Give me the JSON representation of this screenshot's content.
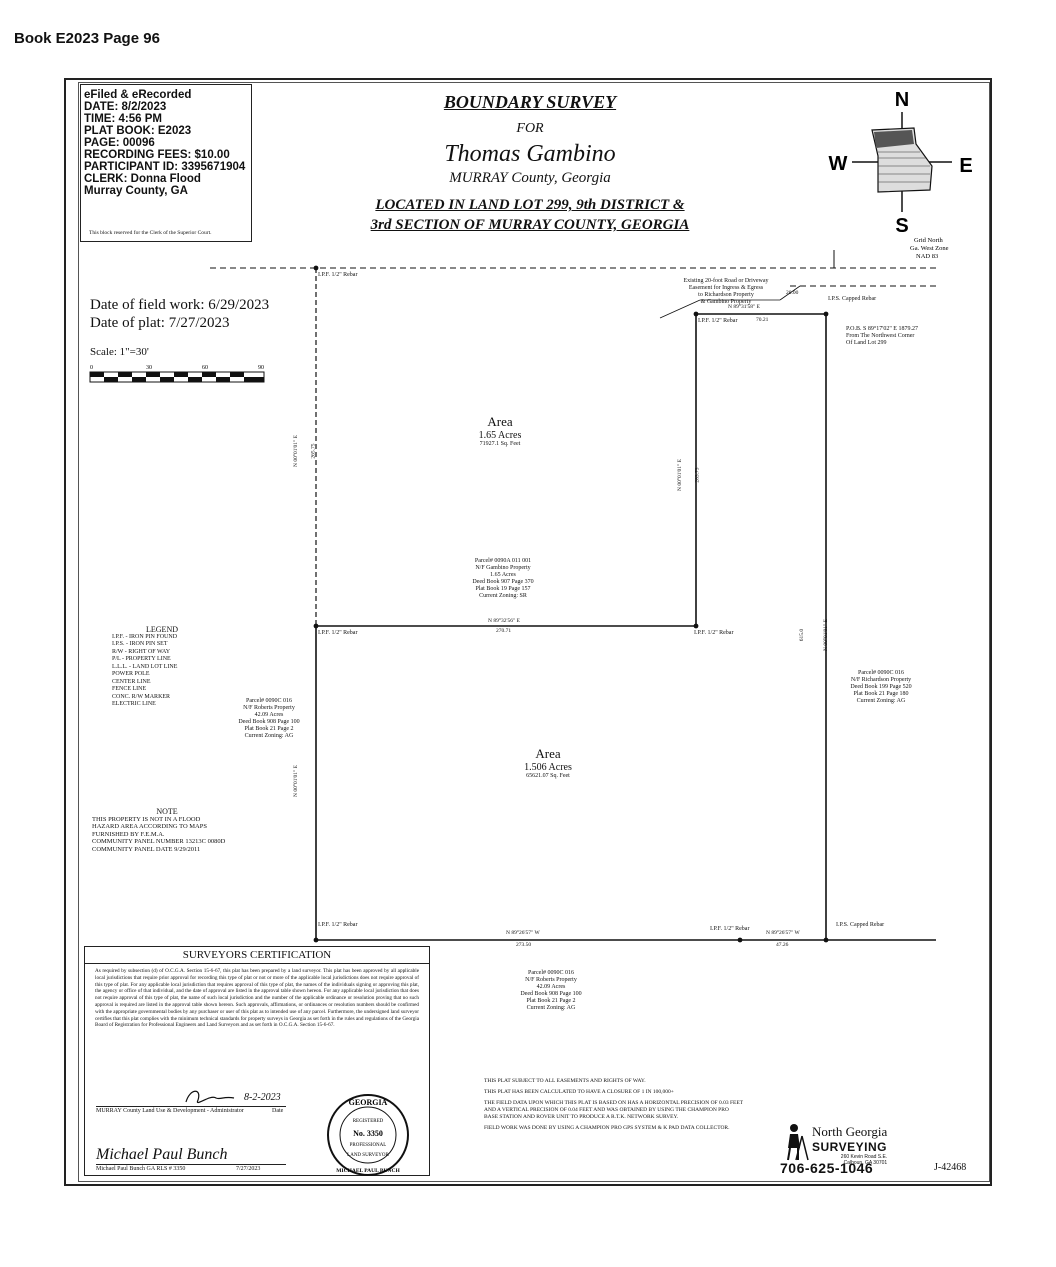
{
  "page_ref": "Book E2023 Page 96",
  "recording_block": {
    "lines": [
      "eFiled & eRecorded",
      "DATE: 8/2/2023",
      "TIME: 4:56 PM",
      "PLAT BOOK: E2023",
      "PAGE: 00096",
      "RECORDING FEES: $10.00",
      "PARTICIPANT ID: 3395671904",
      "CLERK: Donna Flood",
      "Murray County, GA"
    ],
    "note": "This block reserved for the Clerk of the Superior Court."
  },
  "title": {
    "line1": "BOUNDARY SURVEY",
    "line2": "FOR",
    "owner": "Thomas Gambino",
    "county": "MURRAY County, Georgia",
    "location1": "LOCATED IN LAND LOT 299, 9th DISTRICT &",
    "location2": "3rd SECTION OF MURRAY COUNTY, GEORGIA"
  },
  "compass": {
    "n": "N",
    "s": "S",
    "e": "E",
    "w": "W",
    "note1": "Grid North",
    "note2": "Ga. West Zone",
    "note3": "NAD 83"
  },
  "dates": {
    "field_work": "Date of field work: 6/29/2023",
    "plat": "Date of plat: 7/27/2023"
  },
  "scale": {
    "label": "Scale: 1\"=30'",
    "ticks": [
      "0",
      "30",
      "60",
      "90"
    ]
  },
  "area1": {
    "title": "Area",
    "acres": "1.65 Acres",
    "sqft": "71927.1 Sq. Feet"
  },
  "area2": {
    "title": "Area",
    "acres": "1.506 Acres",
    "sqft": "65621.07 Sq. Feet"
  },
  "parcels": {
    "center": [
      "Parcel# 0090A 011 001",
      "N/F Gambino Property",
      "1.65 Acres",
      "Deed Book 907 Page 370",
      "Plat Book 19 Page 157",
      "Current Zoning: SR"
    ],
    "left": [
      "Parcel# 0090C 016",
      "N/F Roberts Property",
      "42.09 Acres",
      "Deed Book 908 Page 100",
      "Plat Book 21 Page 2",
      "Current Zoning: AG"
    ],
    "right": [
      "Parcel# 0090C 016",
      "N/F Richardson Property",
      "Deed Book 199 Page 520",
      "Plat Book 21 Page 180",
      "Current Zoning: AG"
    ],
    "bottom": [
      "Parcel# 0090C 016",
      "N/F Roberts Property",
      "42.09 Acres",
      "Deed Book 908 Page 100",
      "Plat Book 21 Page 2",
      "Current Zoning: AG"
    ]
  },
  "survey_labels": {
    "ipf_rebar": "I.P.F. 1/2\" Rebar",
    "ips_capped": "I.P.S. Capped Rebar",
    "existing_easement": [
      "Existing 20-foot Road or Driveway",
      "Easement for Ingress & Egress",
      "to Richardson Property",
      "& Gambino Property"
    ],
    "pob": [
      "P.O.B. S 89°17'02\" E 1879.27",
      "From The Northwest Corner",
      "Of Land Lot 299"
    ],
    "b_top": "N 89°31'58\" E",
    "d_top": "70.21",
    "b_mid": "N 89°32'56\" E",
    "d_mid": "270.71",
    "b_bot1": "N 89°26'57\" W",
    "d_bot1": "273.50",
    "b_bot2": "N 89°26'57\" W",
    "d_bot2": "47.26",
    "b_left1": "N 00°01'01\" E",
    "d_left1": "265.75",
    "b_left2": "N 00°01'01\" E",
    "b_right_inner": "N 00°01'01\" E",
    "d_right_inner": "283.73",
    "b_right_outer": "N 00°01'01\" E",
    "d_right_outer": "615.0",
    "d_easement": "20.00"
  },
  "legend": {
    "title": "LEGEND",
    "items": [
      "I.P.F. - IRON PIN FOUND",
      "I.P.S. - IRON PIN SET",
      "R/W - RIGHT OF WAY",
      "P/L - PROPERTY LINE",
      "L.L.L. - LAND LOT LINE",
      "POWER POLE",
      "CENTER LINE",
      "FENCE LINE",
      "CONC. R/W MARKER",
      "ELECTRIC LINE"
    ]
  },
  "flood_note": {
    "title": "NOTE",
    "lines": [
      "THIS PROPERTY IS NOT IN A FLOOD",
      "HAZARD AREA ACCORDING TO MAPS",
      "FURNISHED BY F.E.M.A.",
      "COMMUNITY PANEL NUMBER 13213C 0080D",
      "COMMUNITY PANEL DATE 9/29/2011"
    ]
  },
  "certification": {
    "title": "SURVEYORS CERTIFICATION",
    "text": "As required by subsection (d) of O.C.G.A. Section 15-6-67, this plat has been prepared by a land surveyor. This plat has been approved by all applicable local jurisdictions that require prior approval for recording this type of plat or not or more of the applicable local jurisdictions does not require approval of this type of plat. For any applicable local jurisdiction that requires approval of this type of plat, the names of the individuals signing or approving this plat, the agency or office of that individual, and the date of approval are listed in the approval table shown hereon. For any applicable local jurisdiction that does not require approval of this type of plat, the name of such local jurisdiction and the number of the applicable ordinance or resolution proving that no such approval is required are listed in the approval table shown hereon. Such approvals, affirmations, or ordinances or resolution numbers should be confirmed with the appropriate governmental bodies by any purchaser or user of this plat as to intended use of any parcel. Furthermore, the undersigned land surveyor certifies that this plat complies with the minimum technical standards for property surveys in Georgia as set forth in the rules and regulations of the Georgia Board of Registration for Professional Engineers and Land Surveyors and as set forth in O.C.G.A. Section 15-6-67.",
    "sig_date1": "8-2-2023",
    "approval_label": "MURRAY County Land Use & Development - Administrator",
    "approval_date_label": "Date",
    "surveyor_sig": "Michael Paul Bunch",
    "surveyor_label": "Michael Paul Bunch   GA RLS # 3350",
    "surveyor_date": "7/27/2023"
  },
  "seal": {
    "top": "GEORGIA",
    "reg": "REGISTERED",
    "no": "No. 3350",
    "prof": "PROFESSIONAL",
    "bottom": "LAND SURVEYOR",
    "name": "MICHAEL PAUL BUNCH"
  },
  "right_notes": [
    "THIS PLAT SUBJECT TO ALL EASEMENTS AND RIGHTS OF WAY.",
    "THIS PLAT HAS BEEN CALCULATED TO HAVE A CLOSURE OF 1 IN 100,000+",
    "THE FIELD DATA UPON WHICH THIS PLAT IS BASED ON HAS A HORIZONTAL PRECISION OF 0.03 FEET AND A VERTICAL PRECISION OF 0.04 FEET AND WAS OBTAINED BY USING THE CHAMPION PRO BASE STATION AND ROVER UNIT TO PRODUCE A R.T.K. NETWORK SURVEY.",
    "FIELD WORK WAS DONE BY USING A CHAMPION PRO GPS SYSTEM & K PAD DATA COLLECTOR."
  ],
  "company": {
    "name1": "North Georgia",
    "name2": "SURVEYING",
    "addr1": "260 Kevin Road S.E.",
    "addr2": "Calhoun, GA 30701",
    "phone": "706-625-1046"
  },
  "job_no": "J-42468"
}
